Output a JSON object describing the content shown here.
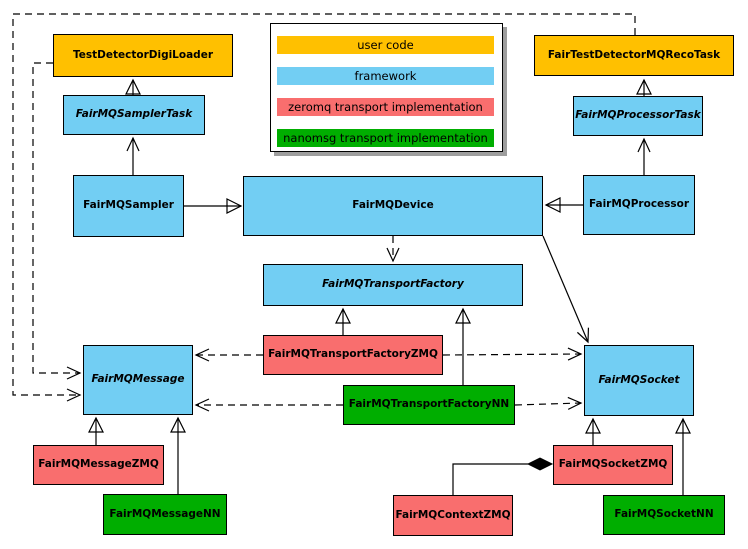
{
  "colors": {
    "user_code": "#FFC000",
    "framework": "#72CEF3",
    "zeromq_impl": "#F96E6E",
    "nanomsg_impl": "#00AE00",
    "line": "#000000",
    "legend_shadow": "#9E9E9E"
  },
  "legend": {
    "items": [
      {
        "label": "user code",
        "color": "#FFC000"
      },
      {
        "label": "framework",
        "color": "#72CEF3"
      },
      {
        "label": "zeromq transport implementation",
        "color": "#F96E6E"
      },
      {
        "label": "nanomsg transport implementation",
        "color": "#00AE00"
      }
    ]
  },
  "nodes": {
    "testDetectorDigiLoader": {
      "label": "TestDetectorDigiLoader",
      "category": "user code"
    },
    "fairTestDetectorMQRecoTask": {
      "label": "FairTestDetectorMQRecoTask",
      "category": "user code"
    },
    "fairMQSamplerTask": {
      "label": "FairMQSamplerTask",
      "category": "framework",
      "abstract": true
    },
    "fairMQProcessorTask": {
      "label": "FairMQProcessorTask",
      "category": "framework",
      "abstract": true
    },
    "fairMQSampler": {
      "label": "FairMQSampler",
      "category": "framework"
    },
    "fairMQDevice": {
      "label": "FairMQDevice",
      "category": "framework"
    },
    "fairMQProcessor": {
      "label": "FairMQProcessor",
      "category": "framework"
    },
    "fairMQTransportFactory": {
      "label": "FairMQTransportFactory",
      "category": "framework",
      "abstract": true
    },
    "fairMQTransportFactoryZMQ": {
      "label": "FairMQTransportFactoryZMQ",
      "category": "zeromq transport implementation"
    },
    "fairMQTransportFactoryNN": {
      "label": "FairMQTransportFactoryNN",
      "category": "nanomsg transport implementation"
    },
    "fairMQMessage": {
      "label": "FairMQMessage",
      "category": "framework",
      "abstract": true
    },
    "fairMQSocket": {
      "label": "FairMQSocket",
      "category": "framework",
      "abstract": true
    },
    "fairMQMessageZMQ": {
      "label": "FairMQMessageZMQ",
      "category": "zeromq transport implementation"
    },
    "fairMQMessageNN": {
      "label": "FairMQMessageNN",
      "category": "nanomsg transport implementation"
    },
    "fairMQSocketZMQ": {
      "label": "FairMQSocketZMQ",
      "category": "zeromq transport implementation"
    },
    "fairMQSocketNN": {
      "label": "FairMQSocketNN",
      "category": "nanomsg transport implementation"
    },
    "fairMQContextZMQ": {
      "label": "FairMQContextZMQ",
      "category": "zeromq transport implementation"
    }
  }
}
